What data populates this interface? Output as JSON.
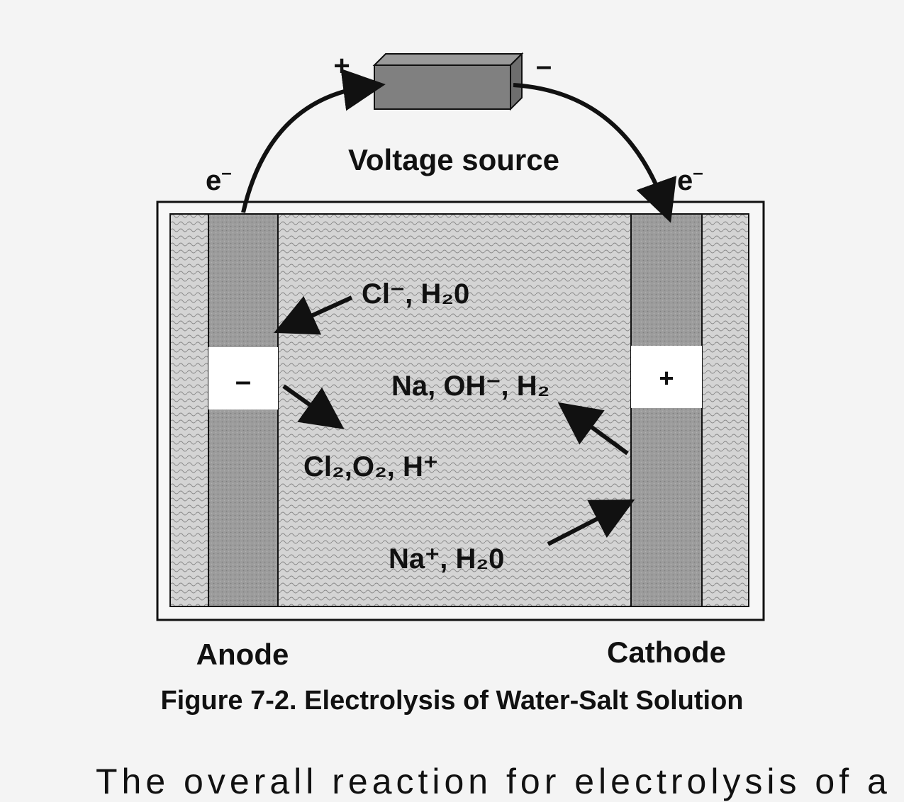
{
  "diagram": {
    "source_label": "Voltage source",
    "plus_sign": "+",
    "minus_sign": "–",
    "electron_left": "e",
    "electron_right": "e",
    "anode_sign": "–",
    "cathode_sign": "+",
    "anode_label": "Anode",
    "cathode_label": "Cathode",
    "ions_top_left": "Cl⁻, H₂0",
    "ions_middle": "Na, OH⁻, H₂",
    "ions_anode_products": "Cl₂,O₂, H⁺",
    "ions_bottom": "Na⁺, H₂0"
  },
  "caption": "Figure 7-2. Electrolysis of Water-Salt Solution",
  "body_text": "The overall reaction for electrolysis of a water-s"
}
